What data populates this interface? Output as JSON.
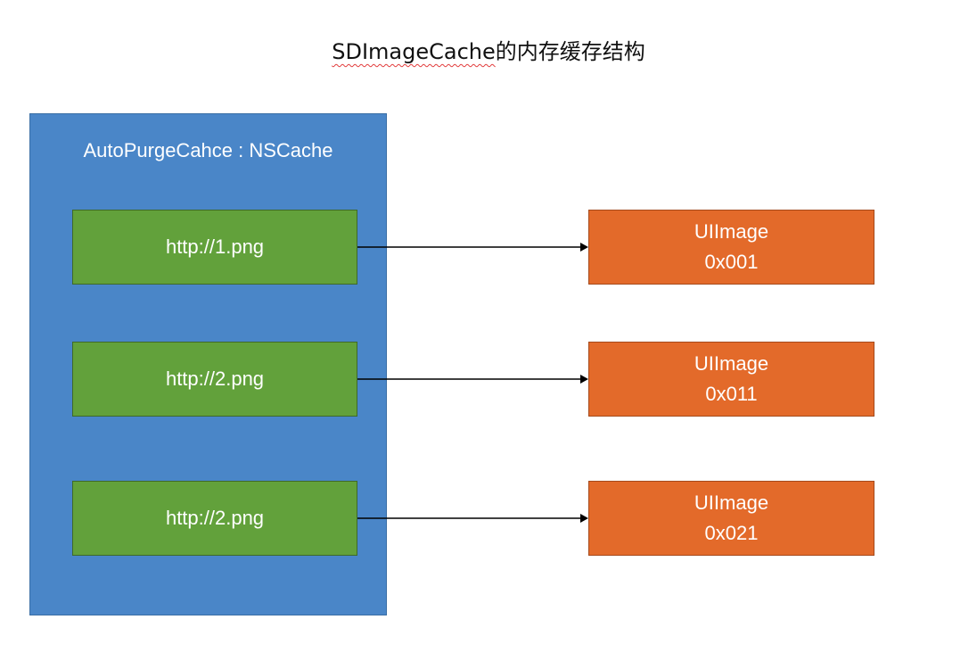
{
  "title": {
    "latin": "SDImageCache",
    "cjk": "的内存缓存结构"
  },
  "container": {
    "label": "AutoPurgeCahce : NSCache"
  },
  "keys": [
    {
      "label": "http://1.png"
    },
    {
      "label": "http://2.png"
    },
    {
      "label": "http://2.png"
    }
  ],
  "values": [
    {
      "type": "UIImage",
      "address": "0x001"
    },
    {
      "type": "UIImage",
      "address": "0x011"
    },
    {
      "type": "UIImage",
      "address": "0x021"
    }
  ],
  "colors": {
    "container": "#4a86c8",
    "key": "#62a13b",
    "value": "#e36a2a",
    "arrow": "#000000"
  }
}
